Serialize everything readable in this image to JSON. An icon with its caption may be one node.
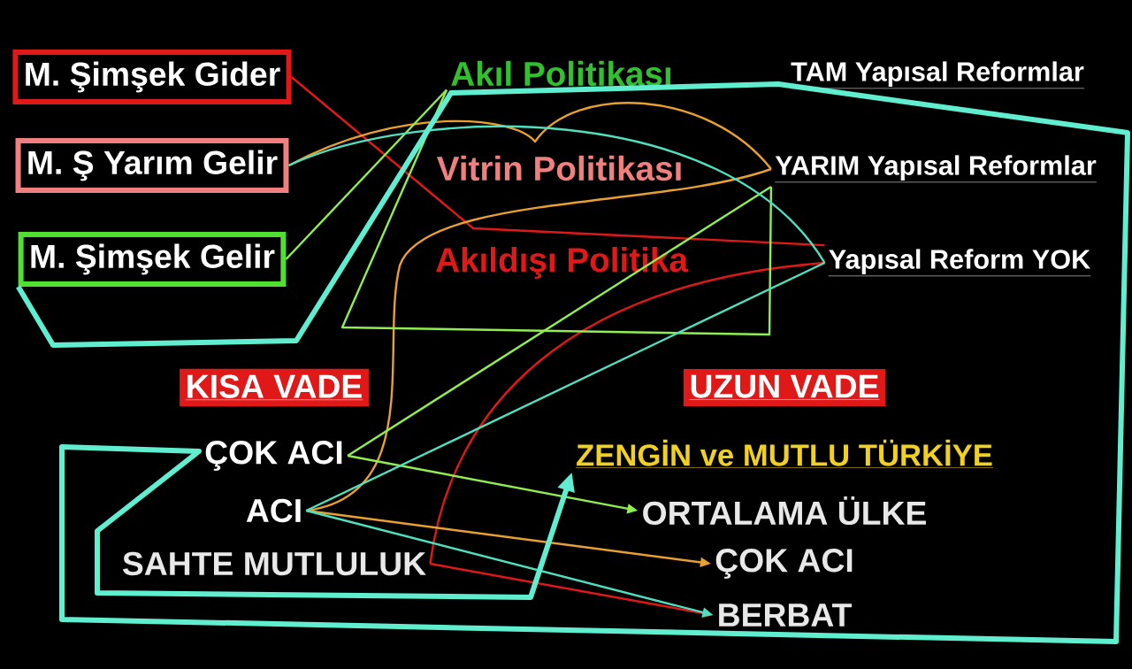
{
  "diagram": {
    "nodes": [
      {
        "text": [
          "M. Şimşek Gider"
        ]
      },
      {
        "text": [
          "M. Ş Yarım Gelir"
        ]
      },
      {
        "text": [
          "M. Şimşek Gelir"
        ]
      },
      {
        "text": [
          "Akıl Politikası"
        ]
      },
      {
        "text": [
          "TAM Yapısal Reformlar"
        ]
      },
      {
        "text": [
          "Vitrin Politikası"
        ]
      },
      {
        "text": [
          "YARIM Yapısal Reformlar"
        ]
      },
      {
        "text": [
          "Akıldışı Politika"
        ]
      },
      {
        "text": [
          "Yapısal Reform YOK"
        ]
      },
      {
        "text": [
          "KISA VADE"
        ]
      },
      {
        "text": [
          "UZUN VADE"
        ]
      },
      {
        "text": [
          "ÇOK ACI"
        ]
      },
      {
        "text": [
          "ZENGİN ve MUTLU TÜRKİYE"
        ]
      },
      {
        "text": [
          "ACI"
        ]
      },
      {
        "text": [
          "ORTALAMA ÜLKE"
        ]
      },
      {
        "text": [
          "SAHTE MUTLULUK"
        ]
      },
      {
        "text": [
          "ÇOK ACI"
        ]
      },
      {
        "text": [
          "BERBAT"
        ]
      }
    ],
    "edges": [
      {
        "from": 0,
        "to": 8,
        "arrow": "none",
        "color": "#e01818"
      },
      {
        "from": 8,
        "to": 15,
        "arrow": "none",
        "color": "#e01818"
      },
      {
        "from": 15,
        "to": 17,
        "arrow": "to",
        "color": "#e01818"
      },
      {
        "from": 1,
        "to": 6,
        "arrow": "none",
        "color": "#e8a030"
      },
      {
        "from": 6,
        "to": 13,
        "arrow": "none",
        "color": "#e8a030"
      },
      {
        "from": 13,
        "to": 16,
        "arrow": "to",
        "color": "#e8a030"
      },
      {
        "from": 2,
        "to": 3,
        "arrow": "none",
        "color": "#90ee50"
      },
      {
        "from": 3,
        "to": 6,
        "arrow": "none",
        "color": "#90ee50"
      },
      {
        "from": 6,
        "to": 11,
        "arrow": "none",
        "color": "#90ee50"
      },
      {
        "from": 11,
        "to": 14,
        "arrow": "to",
        "color": "#90ee50"
      },
      {
        "from": 1,
        "to": 8,
        "arrow": "none",
        "color": "#50e0c0"
      },
      {
        "from": 8,
        "to": 13,
        "arrow": "none",
        "color": "#50e0c0"
      },
      {
        "from": 13,
        "to": 17,
        "arrow": "to",
        "color": "#50e0c0"
      },
      {
        "from": 2,
        "to": 12,
        "arrow": "to",
        "style": "thick",
        "color": "#60eed0"
      }
    ]
  }
}
